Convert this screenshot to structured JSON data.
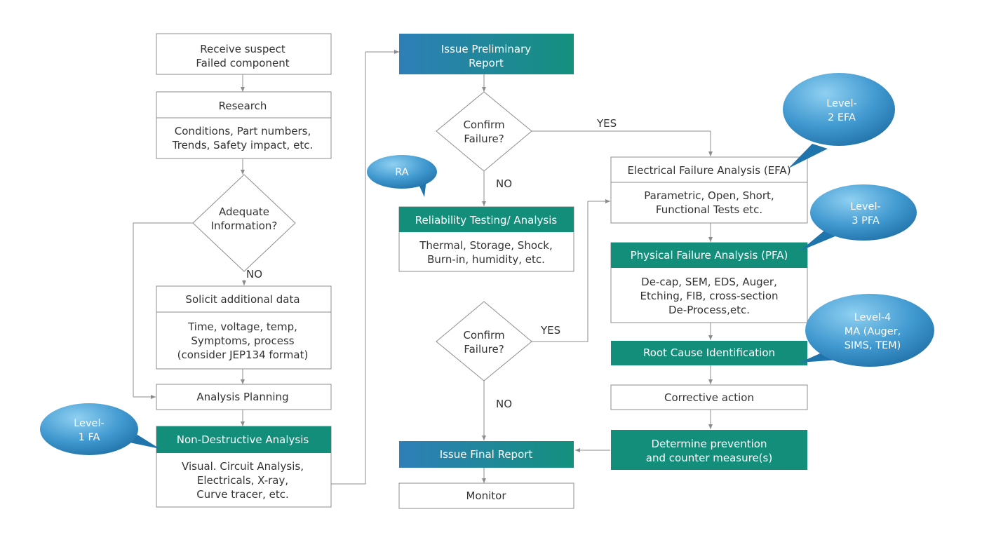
{
  "boxes": {
    "receive": [
      "Receive suspect",
      "Failed component"
    ],
    "research_title": "Research",
    "research_body": [
      "Conditions, Part numbers,",
      "Trends, Safety impact, etc."
    ],
    "adequate": [
      "Adequate",
      "Information?"
    ],
    "solicit_title": "Solicit additional data",
    "solicit_body": [
      "Time, voltage, temp,",
      "Symptoms, process",
      "(consider JEP134 format)"
    ],
    "planning": "Analysis Planning",
    "nda_title": "Non-Destructive Analysis",
    "nda_body": [
      "Visual. Circuit Analysis,",
      "Electricals, X-ray,",
      "Curve tracer, etc."
    ],
    "prelim": [
      "Issue Preliminary",
      "Report"
    ],
    "confirm1": [
      "Confirm",
      "Failure?"
    ],
    "reliability_title": "Reliability Testing/ Analysis",
    "reliability_body": [
      "Thermal, Storage, Shock,",
      "Burn-in, humidity, etc."
    ],
    "confirm2": [
      "Confirm",
      "Failure?"
    ],
    "final": "Issue Final Report",
    "monitor": "Monitor",
    "efa_title": "Electrical Failure Analysis (EFA)",
    "efa_body": [
      "Parametric, Open, Short,",
      "Functional Tests etc."
    ],
    "pfa_title": "Physical Failure Analysis (PFA)",
    "pfa_body": [
      "De-cap, SEM, EDS, Auger,",
      "Etching, FIB, cross-section",
      "De-Process,etc."
    ],
    "root": "Root Cause Identification",
    "corrective": "Corrective action",
    "prevention": [
      "Determine prevention",
      "and counter measure(s)"
    ]
  },
  "labels": {
    "no_adequate": "NO",
    "yes_confirm1": "YES",
    "no_confirm1": "NO",
    "yes_confirm2": "YES",
    "no_confirm2": "NO"
  },
  "callouts": {
    "level1": [
      "Level-",
      "1 FA"
    ],
    "ra": [
      "RA"
    ],
    "level2": [
      "Level-",
      "2 EFA"
    ],
    "level3": [
      "Level-",
      "3 PFA"
    ],
    "level4": [
      "Level-4",
      "MA (Auger,",
      "SIMS, TEM)"
    ]
  },
  "colors": {
    "teal": "#138e7b",
    "blue": "#2e7fb8",
    "callout_light": "#7fc4ea",
    "callout_dark": "#1c6fa8",
    "border": "#8c8c8c"
  }
}
